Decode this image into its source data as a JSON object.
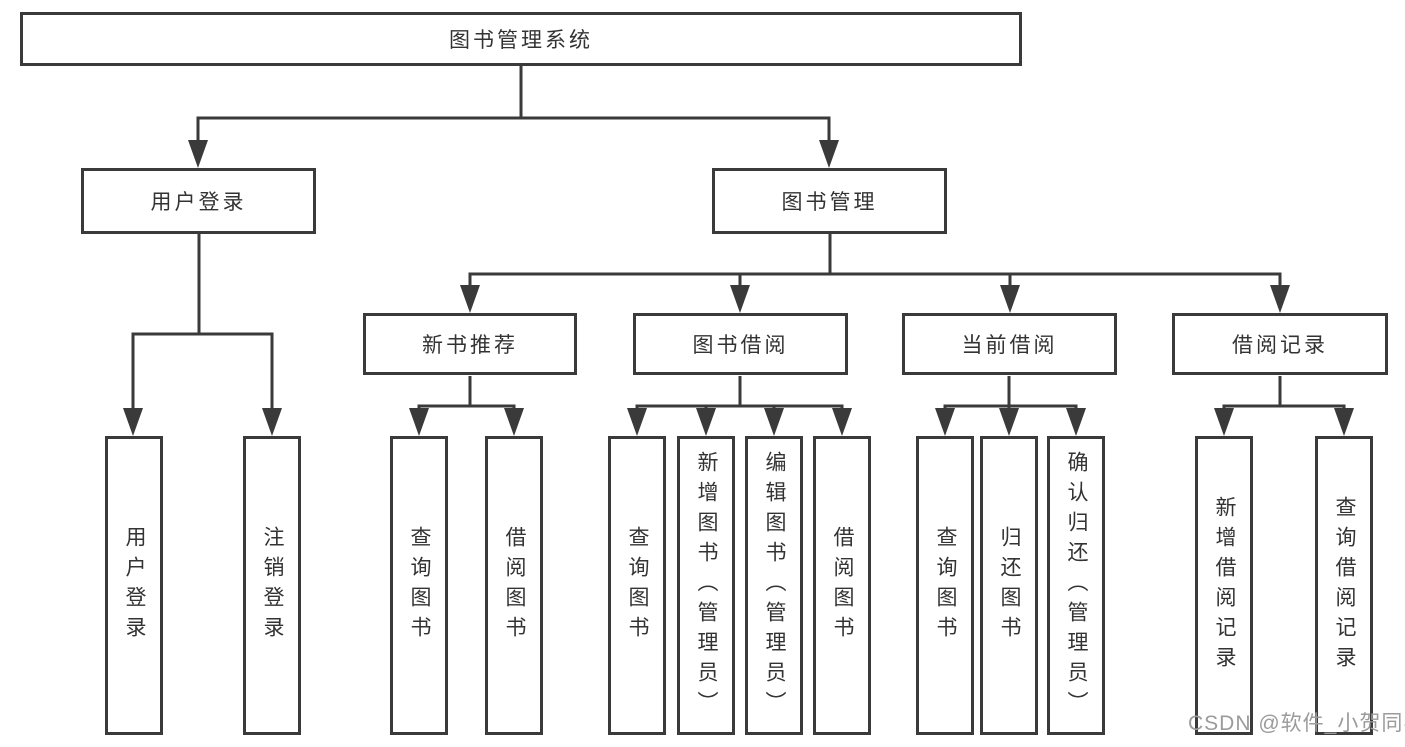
{
  "nodes": {
    "root": {
      "label": "图书管理系统"
    },
    "level2": [
      {
        "id": "user-login",
        "label": "用户登录"
      },
      {
        "id": "book-mgmt",
        "label": "图书管理"
      }
    ],
    "level3": [
      {
        "id": "new-book-rec",
        "parent": "图书管理",
        "label": "新书推荐"
      },
      {
        "id": "book-borrow",
        "parent": "图书管理",
        "label": "图书借阅"
      },
      {
        "id": "current-borrow",
        "parent": "图书管理",
        "label": "当前借阅"
      },
      {
        "id": "borrow-records",
        "parent": "图书管理",
        "label": "借阅记录"
      }
    ],
    "leaves": [
      {
        "parent": "用户登录",
        "label": "用户登录"
      },
      {
        "parent": "用户登录",
        "label": "注销登录"
      },
      {
        "parent": "新书推荐",
        "label": "查询图书"
      },
      {
        "parent": "新书推荐",
        "label": "借阅图书"
      },
      {
        "parent": "图书借阅",
        "label": "查询图书"
      },
      {
        "parent": "图书借阅",
        "label": "新增图书（管理员）"
      },
      {
        "parent": "图书借阅",
        "label": "编辑图书（管理员）"
      },
      {
        "parent": "图书借阅",
        "label": "借阅图书"
      },
      {
        "parent": "当前借阅",
        "label": "查询图书"
      },
      {
        "parent": "当前借阅",
        "label": "归还图书"
      },
      {
        "parent": "当前借阅",
        "label": "确认归还（管理员）"
      },
      {
        "parent": "借阅记录",
        "label": "新增借阅记录"
      },
      {
        "parent": "借阅记录",
        "label": "查询借阅记录"
      }
    ]
  },
  "watermark": "CSDN @软件_小贺同学",
  "colors": {
    "stroke": "#3a3a3a",
    "text": "#333333",
    "background": "#ffffff",
    "watermark": "#9b9b9b"
  }
}
